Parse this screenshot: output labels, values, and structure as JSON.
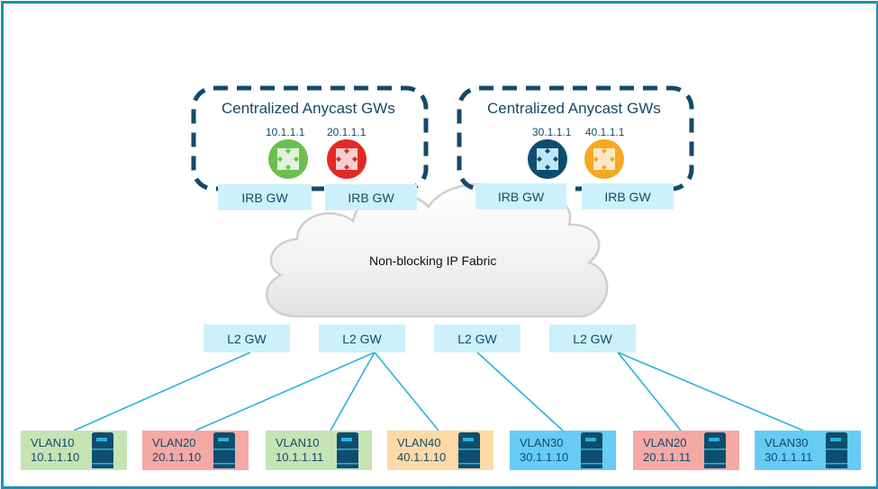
{
  "frame_color": "#1f8fb0",
  "groups": [
    {
      "title": "Centralized Anycast GWs",
      "gateways": [
        {
          "ip": "10.1.1.1",
          "color": "#6bbf4e",
          "inner": "#e2f2dc",
          "label": "IRB GW"
        },
        {
          "ip": "20.1.1.1",
          "color": "#e12a26",
          "inner": "#f7d0cf",
          "label": "IRB GW"
        }
      ]
    },
    {
      "title": "Centralized Anycast GWs",
      "gateways": [
        {
          "ip": "30.1.1.1",
          "color": "#0e4d6e",
          "inner": "#bfe6f5",
          "label": "IRB GW"
        },
        {
          "ip": "40.1.1.1",
          "color": "#f7a823",
          "inner": "#fbe8c9",
          "label": "IRB GW"
        }
      ]
    }
  ],
  "cloud": {
    "label": "Non-blocking IP Fabric"
  },
  "l2_gateways": [
    {
      "label": "L2 GW"
    },
    {
      "label": "L2 GW"
    },
    {
      "label": "L2 GW"
    },
    {
      "label": "L2 GW"
    }
  ],
  "hosts": [
    {
      "vlan": "VLAN10",
      "ip": "10.1.1.10",
      "bg": "#c6e3b4"
    },
    {
      "vlan": "VLAN20",
      "ip": "20.1.1.10",
      "bg": "#f4a9a5"
    },
    {
      "vlan": "VLAN10",
      "ip": "10.1.1.11",
      "bg": "#c6e3b4"
    },
    {
      "vlan": "VLAN40",
      "ip": "40.1.1.10",
      "bg": "#fcd9a6"
    },
    {
      "vlan": "VLAN30",
      "ip": "30.1.1.10",
      "bg": "#66ccf5"
    },
    {
      "vlan": "VLAN20",
      "ip": "20.1.1.11",
      "bg": "#f4a9a5"
    },
    {
      "vlan": "VLAN30",
      "ip": "30.1.1.11",
      "bg": "#66ccf5"
    }
  ],
  "links": [
    {
      "from_l2": 0,
      "to_host": 0
    },
    {
      "from_l2": 1,
      "to_host": 1
    },
    {
      "from_l2": 1,
      "to_host": 2
    },
    {
      "from_l2": 1,
      "to_host": 3
    },
    {
      "from_l2": 2,
      "to_host": 4
    },
    {
      "from_l2": 3,
      "to_host": 5
    },
    {
      "from_l2": 3,
      "to_host": 6
    }
  ],
  "colors": {
    "dash": "#134a6b",
    "link": "#28b4d8",
    "label_bg": "#ccf1fa",
    "server_dark": "#0e4d6e",
    "server_accent": "#28b4d8"
  }
}
